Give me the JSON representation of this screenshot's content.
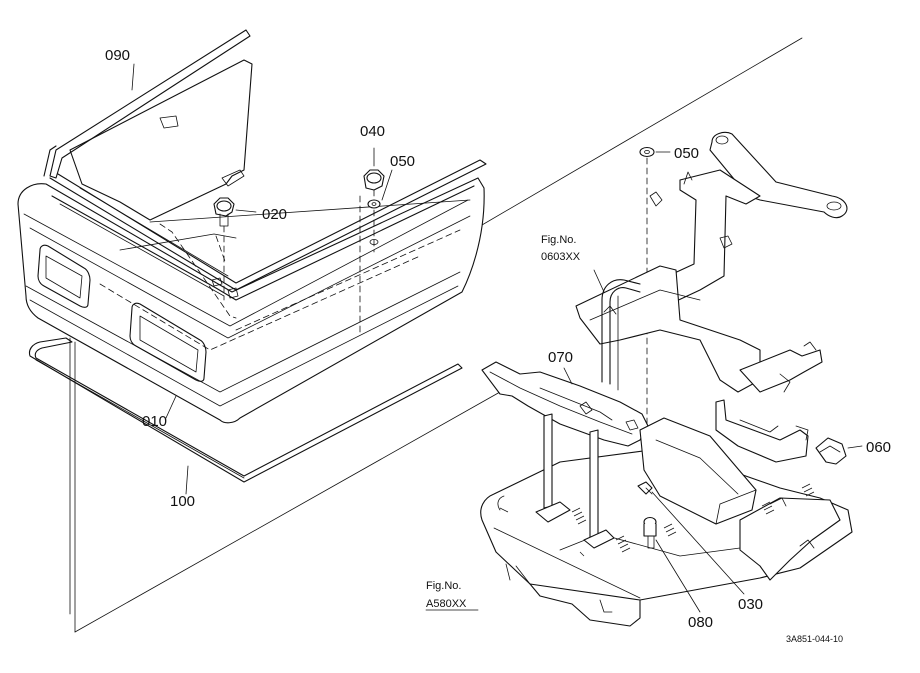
{
  "labels": {
    "p090": "090",
    "p040": "040",
    "p050a": "050",
    "p020": "020",
    "p050b": "050",
    "p010": "010",
    "p100": "100",
    "p070": "070",
    "p060": "060",
    "p030": "030",
    "p080": "080"
  },
  "references": {
    "fig1_line1": "Fig.No.",
    "fig1_line2": "0603XX",
    "fig2_line1": "Fig.No.",
    "fig2_line2": "A580XX"
  },
  "drawing_code": "3A851-044-10"
}
